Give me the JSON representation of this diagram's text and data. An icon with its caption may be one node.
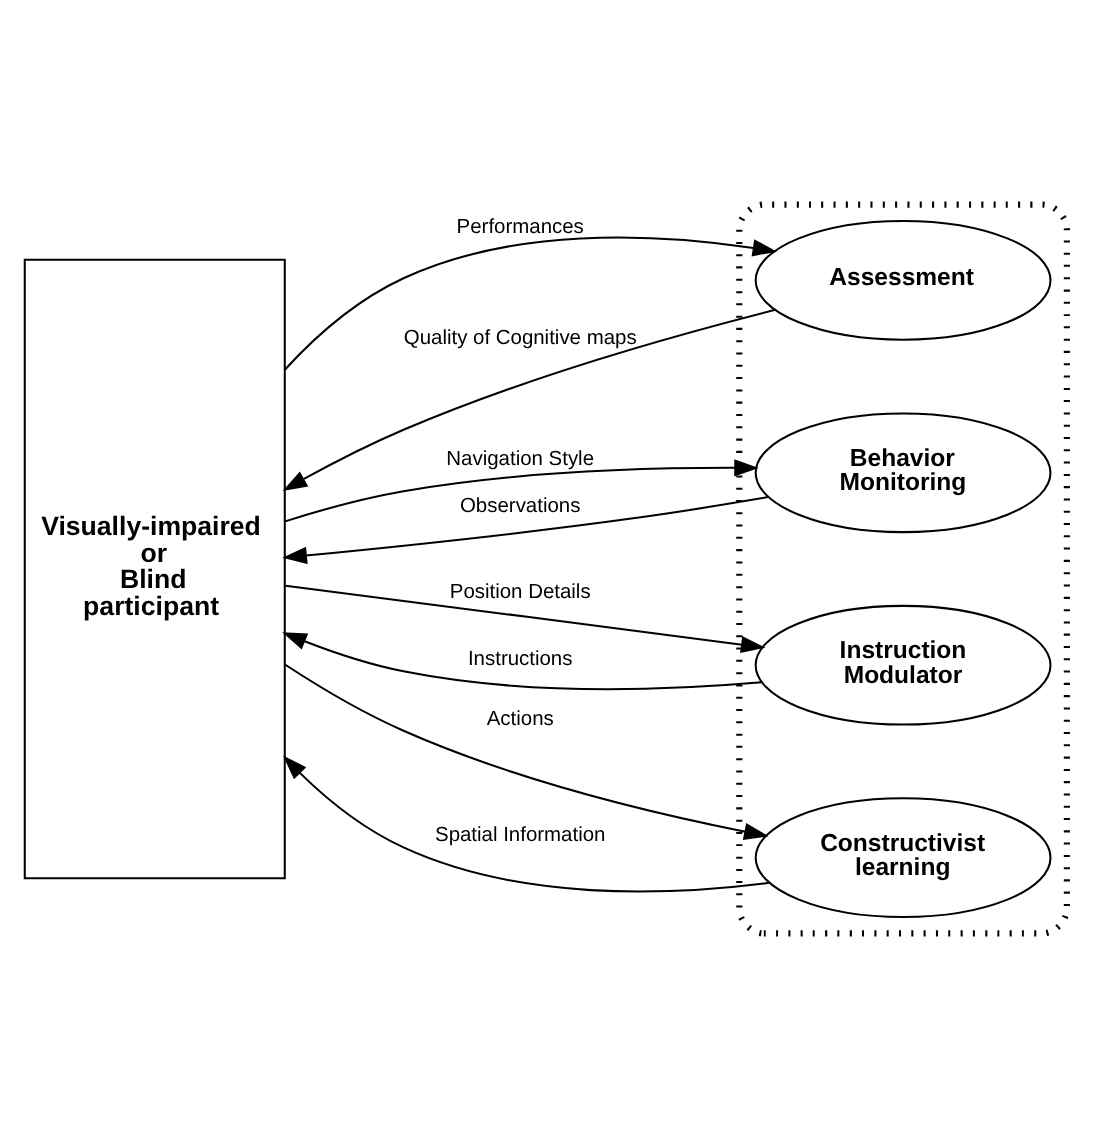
{
  "diagram": {
    "nodes": [
      {
        "text": [
          "Visually-impaired or Blind participant"
        ]
      },
      {
        "text": [],
        "shape": "ellipse"
      },
      {
        "text": [
          "Assessment"
        ],
        "in": 1
      },
      {
        "text": [
          "Behavior Monitoring"
        ],
        "in": 1
      },
      {
        "text": [
          "Instruction Modulator"
        ],
        "in": 1
      },
      {
        "text": [
          "Constructivist learning"
        ],
        "in": 1
      }
    ],
    "edges": [
      {
        "from": 0,
        "to": 2,
        "arrow": "to",
        "label": "Performances"
      },
      {
        "from": 2,
        "to": 0,
        "arrow": "to",
        "label": "Quality of Cognitive maps"
      },
      {
        "from": 0,
        "to": 3,
        "arrow": "to",
        "label": "Navigation Style"
      },
      {
        "from": 3,
        "to": 0,
        "arrow": "to",
        "label": "Observations"
      },
      {
        "from": 0,
        "to": 4,
        "arrow": "to",
        "label": "Position Details"
      },
      {
        "from": 4,
        "to": 0,
        "arrow": "to",
        "label": "Instructions"
      },
      {
        "from": 0,
        "to": 5,
        "arrow": "to",
        "label": "Actions"
      },
      {
        "from": 5,
        "to": 0,
        "arrow": "to",
        "label": "Spatial Information"
      }
    ]
  }
}
